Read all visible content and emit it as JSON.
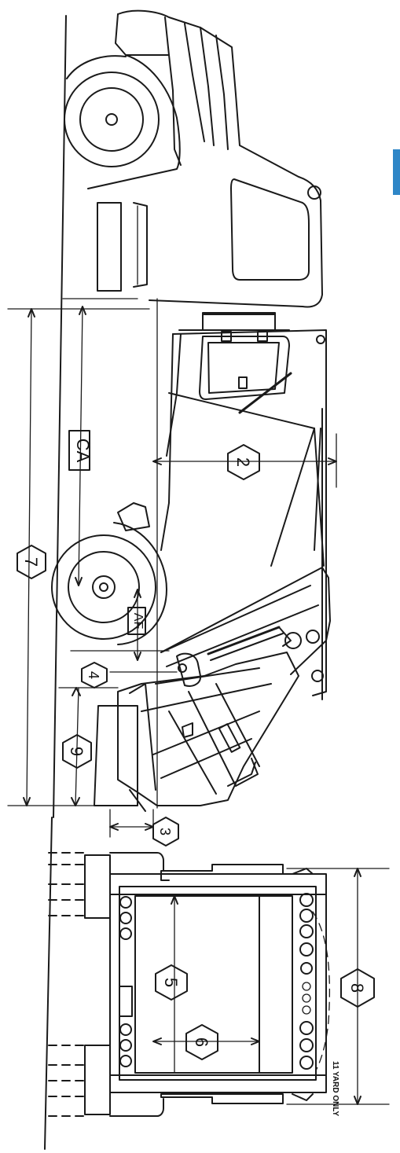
{
  "labels": {
    "ca": "CA",
    "af": "AF",
    "callout_2": "2",
    "callout_3": "3",
    "callout_4": "4",
    "callout_5": "5",
    "callout_6": "6",
    "callout_7": "7",
    "callout_8": "8",
    "callout_9": "9",
    "note_11_yard": "11 YARD ONLY"
  },
  "colors": {
    "line": "#1a1a1a",
    "accent": "#2e86c7",
    "background": "#ffffff"
  }
}
